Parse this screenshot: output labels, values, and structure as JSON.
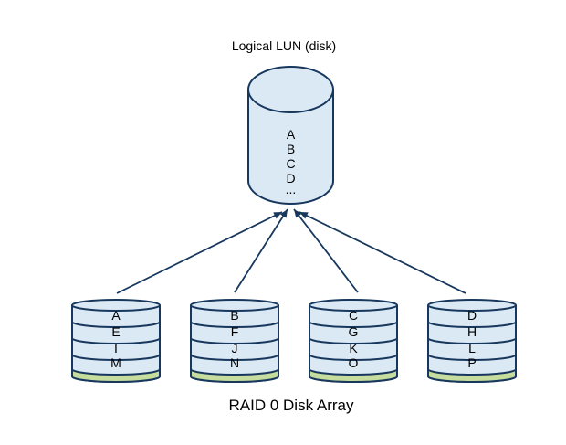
{
  "diagram": {
    "title": "Logical LUN (disk)",
    "caption": "RAID 0 Disk Array"
  },
  "lun": {
    "blocks": [
      "A",
      "B",
      "C",
      "D",
      "..."
    ]
  },
  "disks": [
    {
      "blocks": [
        "A",
        "E",
        "I",
        "M"
      ]
    },
    {
      "blocks": [
        "B",
        "F",
        "J",
        "N"
      ]
    },
    {
      "blocks": [
        "C",
        "G",
        "K",
        "O"
      ]
    },
    {
      "blocks": [
        "D",
        "H",
        "L",
        "P"
      ]
    }
  ],
  "colors": {
    "cylinder_fill": "#dbe9f5",
    "cylinder_stroke": "#17375d",
    "spare_band_fill": "#c6dd9e",
    "text": "#000000",
    "bg": "#ffffff"
  }
}
